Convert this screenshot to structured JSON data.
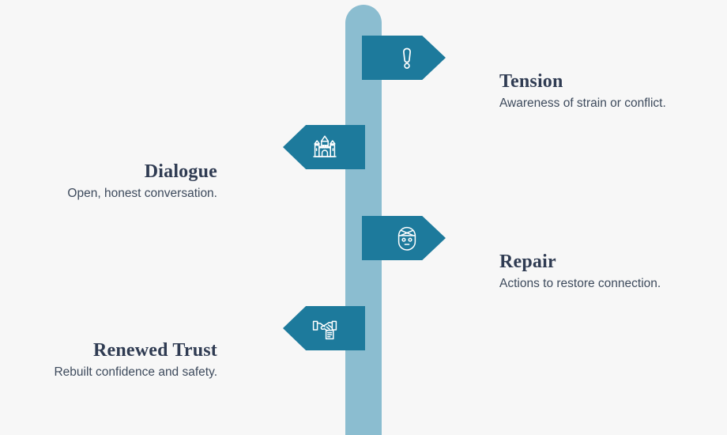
{
  "diagram": {
    "type": "signpost-timeline",
    "background_color": "#f7f7f7",
    "post_color": "#8bbdd0",
    "sign_color": "#1d7a9c",
    "title_color": "#2f3b52",
    "desc_color": "#3d4a5c",
    "steps": [
      {
        "title": "Tension",
        "desc": "Awareness of strain or conflict.",
        "direction": "right",
        "icon": "exclamation-mark-icon"
      },
      {
        "title": "Dialogue",
        "desc": "Open, honest conversation.",
        "direction": "left",
        "icon": "castle-icon"
      },
      {
        "title": "Repair",
        "desc": "Actions to restore connection.",
        "direction": "right",
        "icon": "bandaged-face-icon"
      },
      {
        "title": "Renewed Trust",
        "desc": "Rebuilt confidence and safety.",
        "direction": "left",
        "icon": "handshake-document-icon"
      }
    ]
  }
}
